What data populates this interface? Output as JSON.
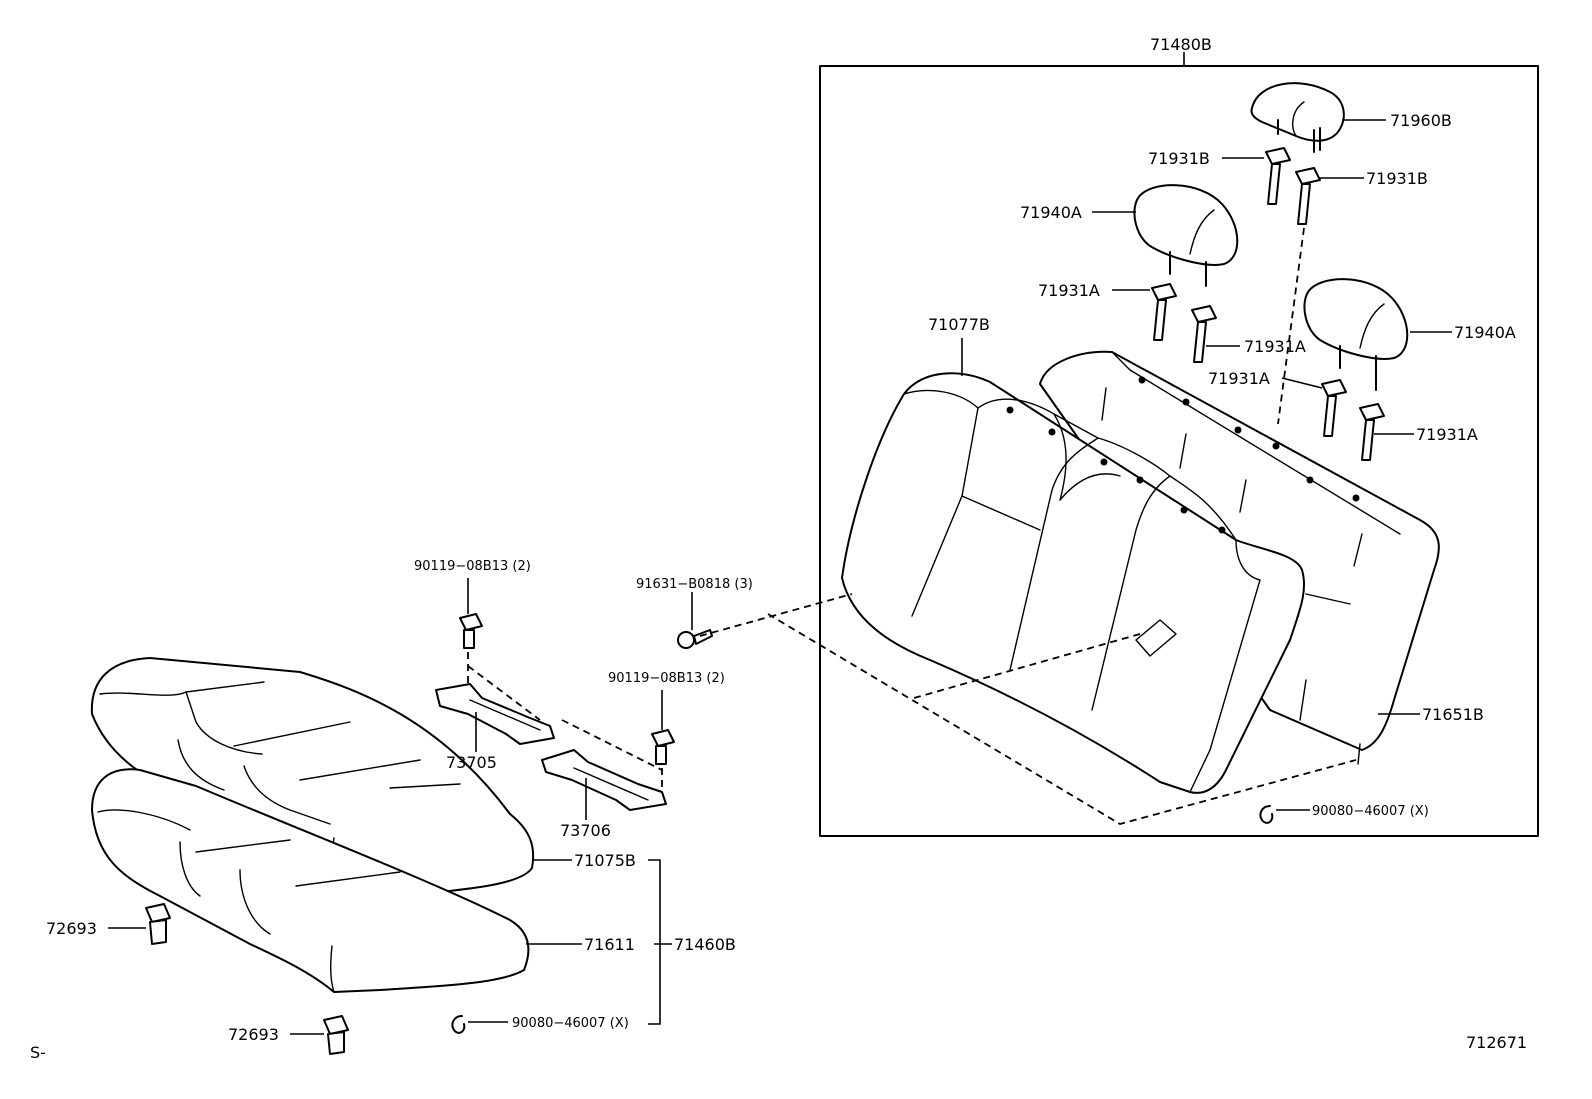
{
  "diagram": {
    "parts": {
      "p71480B": "71480B",
      "p71960B": "71960B",
      "p71931B_a": "71931B",
      "p71931B_b": "71931B",
      "p71940A_left": "71940A",
      "p71940A_right": "71940A",
      "p71931A_1": "71931A",
      "p71931A_2": "71931A",
      "p71931A_3": "71931A",
      "p71931A_4": "71931A",
      "p71077B": "71077B",
      "p71651B": "71651B",
      "p90080_back": "90080−46007 (X)",
      "p90119_top": "90119−08B13 (2)",
      "p91631": "91631−B0818 (3)",
      "p90119_mid": "90119−08B13 (2)",
      "p73705": "73705",
      "p73706": "73706",
      "p71075B": "71075B",
      "p71611": "71611",
      "p71460B": "71460B",
      "p72693_a": "72693",
      "p72693_b": "72693",
      "p90080_cushion": "90080−46007 (X)"
    },
    "footer": {
      "left_code": "S-",
      "diagram_number": "712671"
    }
  }
}
